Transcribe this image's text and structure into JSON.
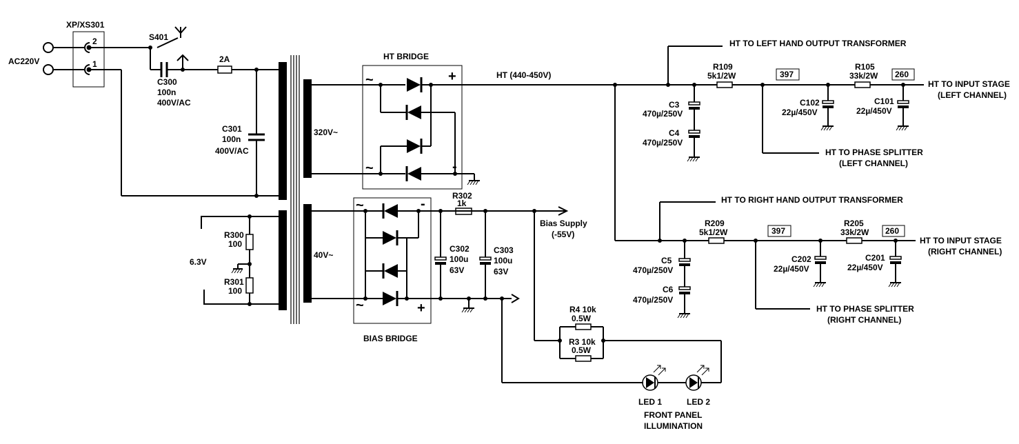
{
  "connector": {
    "ref": "XP/XS301",
    "pin1": "1",
    "pin2": "2",
    "mains": "AC220V"
  },
  "switch": {
    "ref": "S401"
  },
  "c300": {
    "ref": "C300",
    "value": "100n",
    "rating": "400V/AC"
  },
  "fuse": {
    "rating": "2A"
  },
  "c301": {
    "ref": "C301",
    "value": "100n",
    "rating": "400V/AC"
  },
  "transformer": {
    "sec_ht": "320V~",
    "sec_bias": "40V~",
    "heater": "6.3V"
  },
  "r300": {
    "ref": "R300",
    "value": "100"
  },
  "r301": {
    "ref": "R301",
    "value": "100"
  },
  "ht_bridge": {
    "title": "HT BRIDGE",
    "ac": "~",
    "plus": "+",
    "minus": "-"
  },
  "bias_bridge": {
    "title": "BIAS BRIDGE",
    "ac": "~",
    "plus": "+",
    "minus": "-"
  },
  "ht_rail": {
    "label": "HT (440-450V)"
  },
  "r302": {
    "ref": "R302",
    "value": "1k"
  },
  "c302": {
    "ref": "C302",
    "value": "100u",
    "rating": "63V"
  },
  "c303": {
    "ref": "C303",
    "value": "100u",
    "rating": "63V"
  },
  "bias_supply": {
    "line1": "Bias Supply",
    "line2": "(-55V)"
  },
  "r4": {
    "ref": "R4 10k",
    "rating": "0.5W"
  },
  "r3": {
    "ref": "R3 10k",
    "rating": "0.5W"
  },
  "leds": {
    "led1": "LED 1",
    "led2": "LED 2",
    "caption1": "FRONT PANEL",
    "caption2": "ILLUMINATION"
  },
  "left": {
    "out_tx": "HT TO LEFT HAND OUTPUT TRANSFORMER",
    "r109": {
      "ref": "R109",
      "value": "5k1/2W"
    },
    "v1": "397",
    "r105": {
      "ref": "R105",
      "value": "33k/2W"
    },
    "v2": "260",
    "input1": "HT TO INPUT STAGE",
    "input2": "(LEFT CHANNEL)",
    "c3": {
      "ref": "C3",
      "value": "470µ/250V"
    },
    "c4": {
      "ref": "C4",
      "value": "470µ/250V"
    },
    "c102": {
      "ref": "C102",
      "value": "22µ/450V"
    },
    "c101": {
      "ref": "C101",
      "value": "22µ/450V"
    },
    "splitter1": "HT TO PHASE SPLITTER",
    "splitter2": "(LEFT CHANNEL)"
  },
  "right": {
    "out_tx": "HT TO RIGHT HAND OUTPUT TRANSFORMER",
    "r209": {
      "ref": "R209",
      "value": "5k1/2W"
    },
    "v1": "397",
    "r205": {
      "ref": "R205",
      "value": "33k/2W"
    },
    "v2": "260",
    "input1": "HT TO INPUT STAGE",
    "input2": "(RIGHT CHANNEL)",
    "c5": {
      "ref": "C5",
      "value": "470µ/250V"
    },
    "c6": {
      "ref": "C6",
      "value": "470µ/250V"
    },
    "c202": {
      "ref": "C202",
      "value": "22µ/450V"
    },
    "c201": {
      "ref": "C201",
      "value": "22µ/450V"
    },
    "splitter1": "HT TO PHASE SPLITTER",
    "splitter2": "(RIGHT CHANNEL)"
  }
}
